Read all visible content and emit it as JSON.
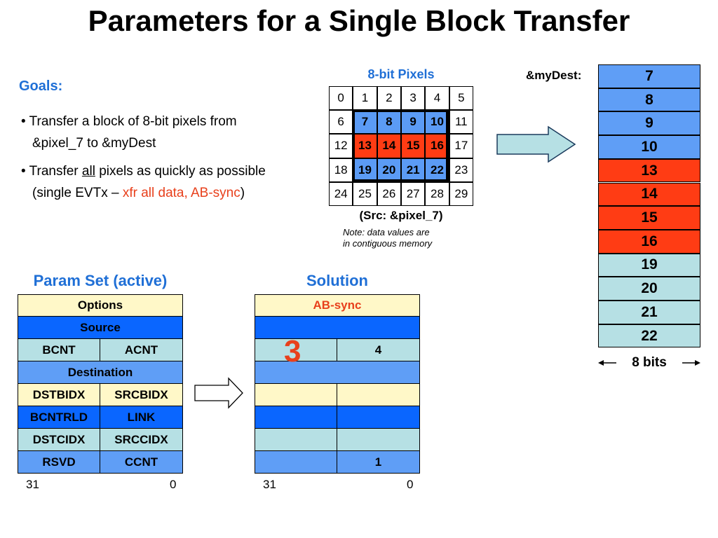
{
  "title": "Parameters for a Single Block Transfer",
  "goals": {
    "heading": "Goals:",
    "bullet1_line1": "• Transfer a block of 8-bit pixels from",
    "bullet1_line2": "&pixel_7 to &myDest",
    "bullet2_a": "• Transfer ",
    "bullet2_all": "all",
    "bullet2_b": " pixels as quickly as possible",
    "bullet2_c": "(single EVTx – ",
    "bullet2_hl": "xfr all data, AB-sync",
    "bullet2_d": ")"
  },
  "pixel_grid": {
    "title": "8-bit Pixels",
    "rows": [
      [
        "0",
        "1",
        "2",
        "3",
        "4",
        "5"
      ],
      [
        "6",
        "7",
        "8",
        "9",
        "10",
        "11"
      ],
      [
        "12",
        "13",
        "14",
        "15",
        "16",
        "17"
      ],
      [
        "18",
        "19",
        "20",
        "21",
        "22",
        "23"
      ],
      [
        "24",
        "25",
        "26",
        "27",
        "28",
        "29"
      ]
    ],
    "src_label": "(Src:  &pixel_7)",
    "note_line1": "Note: data values are",
    "note_line2": "in contiguous memory",
    "colors": {
      "white": "#ffffff",
      "blue": "#5b9bf5",
      "red": "#ff3c14"
    }
  },
  "dest": {
    "label": "&myDest:",
    "values": [
      "7",
      "8",
      "9",
      "10",
      "13",
      "14",
      "15",
      "16",
      "19",
      "20",
      "21",
      "22"
    ],
    "bits_label": "8 bits"
  },
  "param_set": {
    "title": "Param Set (active)",
    "rows": [
      {
        "cells": [
          "Options"
        ],
        "color": "cream"
      },
      {
        "cells": [
          "Source"
        ],
        "color": "blue"
      },
      {
        "cells": [
          "BCNT",
          "ACNT"
        ],
        "color": "teal"
      },
      {
        "cells": [
          "Destination"
        ],
        "color": "med"
      },
      {
        "cells": [
          "DSTBIDX",
          "SRCBIDX"
        ],
        "color": "cream"
      },
      {
        "cells": [
          "BCNTRLD",
          "LINK"
        ],
        "color": "blue"
      },
      {
        "cells": [
          "DSTCIDX",
          "SRCCIDX"
        ],
        "color": "teal"
      },
      {
        "cells": [
          "RSVD",
          "CCNT"
        ],
        "color": "med"
      }
    ],
    "bit_hi": "31",
    "bit_lo": "0"
  },
  "solution": {
    "title": "Solution",
    "rows": [
      {
        "cells": [
          "AB-sync"
        ],
        "color": "cream"
      },
      {
        "cells": [
          ""
        ],
        "color": "blue"
      },
      {
        "cells": [
          "",
          "4"
        ],
        "color": "teal"
      },
      {
        "cells": [
          ""
        ],
        "color": "med"
      },
      {
        "cells": [
          "",
          ""
        ],
        "color": "cream"
      },
      {
        "cells": [
          "",
          ""
        ],
        "color": "blue"
      },
      {
        "cells": [
          "",
          ""
        ],
        "color": "teal"
      },
      {
        "cells": [
          "",
          "1"
        ],
        "color": "med"
      }
    ],
    "big_value": "3",
    "bit_hi": "31",
    "bit_lo": "0",
    "accent": "#e8401c"
  }
}
